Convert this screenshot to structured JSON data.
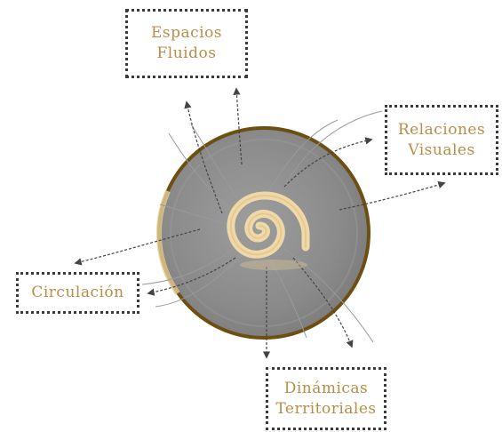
{
  "diagram": {
    "labels": {
      "espacios_line1": "Espacios",
      "espacios_line2": "Fluidos",
      "relaciones_line1": "Relaciones",
      "relaciones_line2": "Visuales",
      "circulacion": "Circulación",
      "dinamicas_line1": "Dinámicas",
      "dinamicas_line2": "Territoriales"
    },
    "colors": {
      "label_text": "#b98d47",
      "box_border": "#3a3a3a",
      "circle_fill": "#8d8d8d",
      "circle_rim": "#7a5a1a",
      "spiral": "#f0d9a8",
      "arrows": "#444444",
      "curves": "#9a9a9a"
    },
    "icons": {
      "center": "spiral-icon"
    }
  }
}
